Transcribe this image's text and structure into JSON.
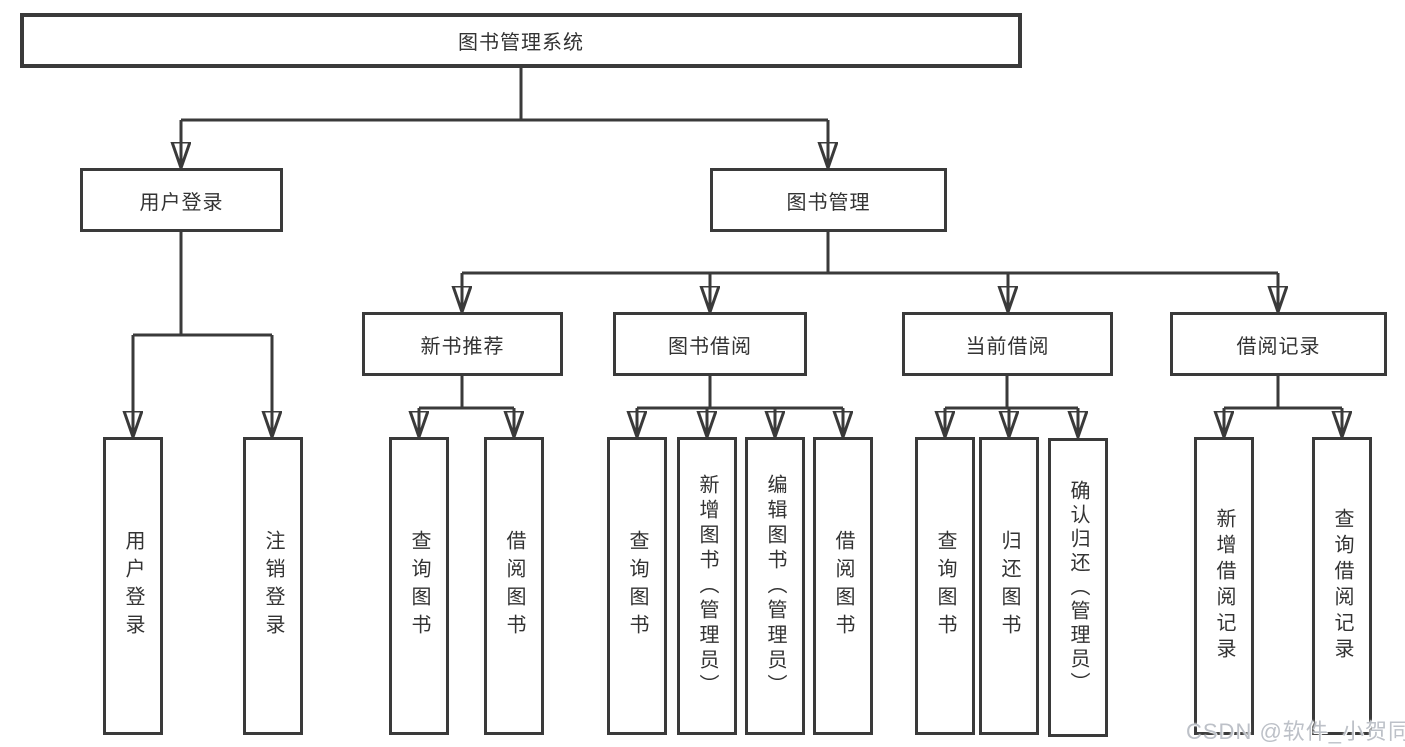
{
  "diagram": {
    "root": "图书管理系统",
    "level2": {
      "user_login": "用户登录",
      "book_management": "图书管理"
    },
    "level3": {
      "new_book_recommend": "新书推荐",
      "book_borrowing": "图书借阅",
      "current_borrowing": "当前借阅",
      "borrowing_records": "借阅记录"
    },
    "leaves": {
      "user_login": [
        "用户登录",
        "注销登录"
      ],
      "new_book_recommend": [
        "查询图书",
        "借阅图书"
      ],
      "book_borrowing": [
        "查询图书",
        "新增图书（管理员）",
        "编辑图书（管理员）",
        "借阅图书"
      ],
      "current_borrowing": [
        "查询图书",
        "归还图书",
        "确认归还（管理员）"
      ],
      "borrowing_records": [
        "新增借阅记录",
        "查询借阅记录"
      ]
    }
  },
  "watermark": "CSDN @软件_小贺同学",
  "colors": {
    "line": "#3a3a3a",
    "text": "#333333",
    "background": "#ffffff",
    "watermark": "#bdc1c8"
  }
}
